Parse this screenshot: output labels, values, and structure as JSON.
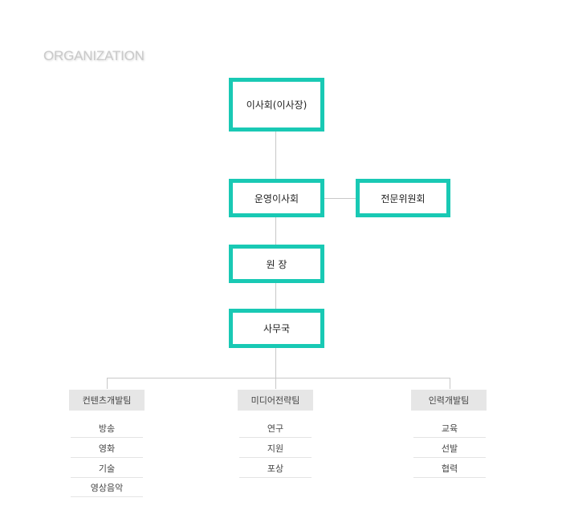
{
  "heading": "ORGANIZATION",
  "nodes": {
    "board": "이사회(이사장)",
    "operating_board": "운영이사회",
    "expert_committee": "전문위원회",
    "director": "원 장",
    "secretariat": "사무국"
  },
  "teams": [
    {
      "name": "컨텐츠개발팀",
      "items": [
        "방송",
        "영화",
        "기술",
        "영상음악"
      ]
    },
    {
      "name": "미디어전략팀",
      "items": [
        "연구",
        "지원",
        "포상"
      ]
    },
    {
      "name": "인력개발팀",
      "items": [
        "교육",
        "선발",
        "협력"
      ]
    }
  ],
  "colors": {
    "node_border": "#19c9b4",
    "connector": "#c8c8c8",
    "team_bg": "#e6e6e6"
  }
}
